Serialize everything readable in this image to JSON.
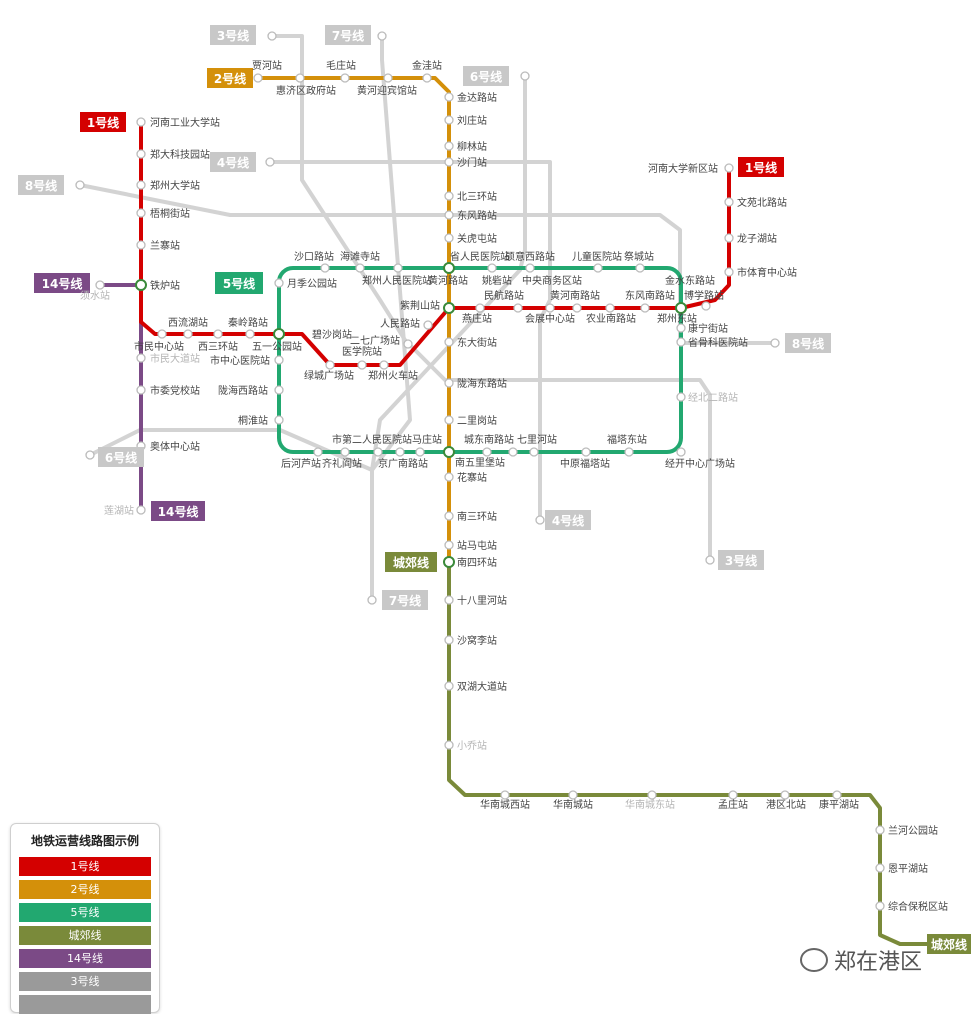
{
  "legend": {
    "title": "地铁运营线路图示例",
    "items": [
      {
        "label": "1号线",
        "color": "#d40000"
      },
      {
        "label": "2号线",
        "color": "#d4900a"
      },
      {
        "label": "5号线",
        "color": "#22a870"
      },
      {
        "label": "城郊线",
        "color": "#7a8a3a"
      },
      {
        "label": "14号线",
        "color": "#7b4a86"
      },
      {
        "label": "3号线",
        "color": "#9a9a9a"
      },
      {
        "label": "",
        "color": "#9a9a9a"
      }
    ]
  },
  "watermark": {
    "text": "郑在港区",
    "icon": "wechat-icon"
  },
  "badges": {
    "l1_west": "1号线",
    "l1_east": "1号线",
    "l2": "2号线",
    "l5": "5号线",
    "l14_north": "14号线",
    "l14_south": "14号线",
    "cj_mid": "城郊线",
    "cj_end": "城郊线",
    "g3_top": "3号线",
    "g3_bottom": "3号线",
    "g7_top": "7号线",
    "g7_bottom": "7号线",
    "g6_top": "6号线",
    "g6_left": "6号线",
    "g4_top": "4号线",
    "g4_bottom": "4号线",
    "g8_left": "8号线",
    "g8_right": "8号线"
  },
  "stations": {
    "l1": [
      "河南工业大学站",
      "郑大科技园站",
      "郑州大学站",
      "梧桐街站",
      "兰寨站",
      "铁炉站",
      "市民中心站",
      "西流湖站",
      "西三环站",
      "秦岭路站",
      "五一公园站",
      "碧沙岗站",
      "绿城广场站",
      "医学院站",
      "郑州火车站",
      "二七广场站",
      "人民路站",
      "紫荆山站",
      "燕庄站",
      "民航路站",
      "会展中心站",
      "黄河南路站",
      "农业南路站",
      "东风南路站",
      "郑州东站",
      "博学路站",
      "市体育中心站",
      "龙子湖站",
      "文苑北路站",
      "河南大学新区站"
    ],
    "l2": [
      "贾河站",
      "惠济区政府站",
      "毛庄站",
      "黄河迎宾馆站",
      "金洼站",
      "金达路站",
      "刘庄站",
      "柳林站",
      "沙门站",
      "北三环站",
      "东风路站",
      "关虎屯站",
      "黄河路站",
      "东大街站",
      "陇海东路站",
      "二里岗站",
      "南五里堡站",
      "花寨站",
      "南三环站",
      "站马屯站",
      "南四环站"
    ],
    "l5": [
      "月季公园站",
      "沙口路站",
      "海滩寺站",
      "郑州人民医院站",
      "省人民医院站",
      "姚砦站",
      "硕意西路站",
      "中央商务区站",
      "儿童医院站",
      "祭城站",
      "金水东路站",
      "康宁街站",
      "省骨科医院站",
      "福塔东站",
      "经开中心广场站",
      "七里河站",
      "中原福塔站",
      "城东南路站",
      "市第二人民医院站",
      "马庄站",
      "京广南路站",
      "后河芦站",
      "齐礼阎站",
      "桐淮站",
      "陇海西路站",
      "市中心医院站"
    ],
    "cj": [
      "十八里河站",
      "沙窝李站",
      "双湖大道站",
      "小乔站",
      "华南城西站",
      "华南城站",
      "华南城东站",
      "孟庄站",
      "港区北站",
      "康平湖站",
      "兰河公园站",
      "恩平湖站",
      "综合保税区站"
    ],
    "l14": [
      "须水站",
      "市民大道站",
      "市委党校站",
      "奥体中心站",
      "莲湖站"
    ],
    "other": [
      "经北二路站"
    ]
  }
}
